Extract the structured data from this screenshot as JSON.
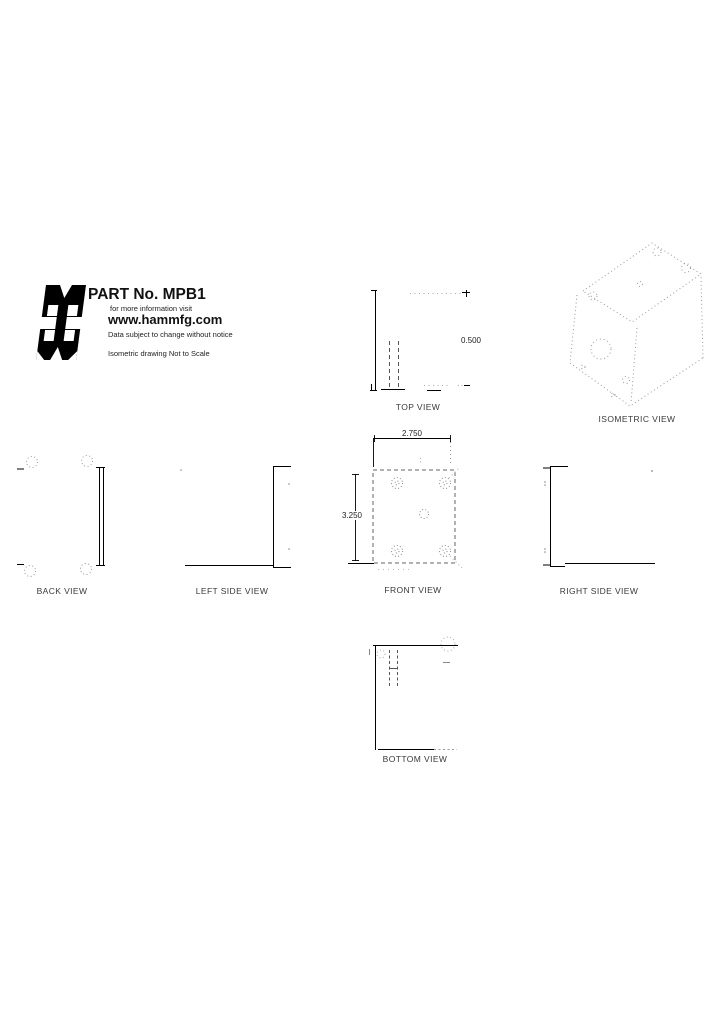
{
  "header": {
    "part_label": "PART No. MPB1",
    "info_line": "for more information visit",
    "website": "www.hammfg.com",
    "disclaimer": "Data subject to change without notice",
    "scale_note": "Isometric drawing Not to Scale"
  },
  "views": {
    "top": {
      "label": "TOP VIEW",
      "dim_depth": "0.500"
    },
    "isometric": {
      "label": "ISOMETRIC VIEW"
    },
    "back": {
      "label": "BACK VIEW"
    },
    "left": {
      "label": "LEFT SIDE VIEW"
    },
    "front": {
      "label": "FRONT VIEW",
      "dim_width": "2.750",
      "dim_height": "3.250"
    },
    "right": {
      "label": "RIGHT SIDE VIEW"
    },
    "bottom": {
      "label": "BOTTOM VIEW"
    }
  },
  "colors": {
    "background": "#ffffff",
    "solid_line": "#000000",
    "hidden_line": "#666666",
    "dotted_line": "#9a9a9a"
  }
}
